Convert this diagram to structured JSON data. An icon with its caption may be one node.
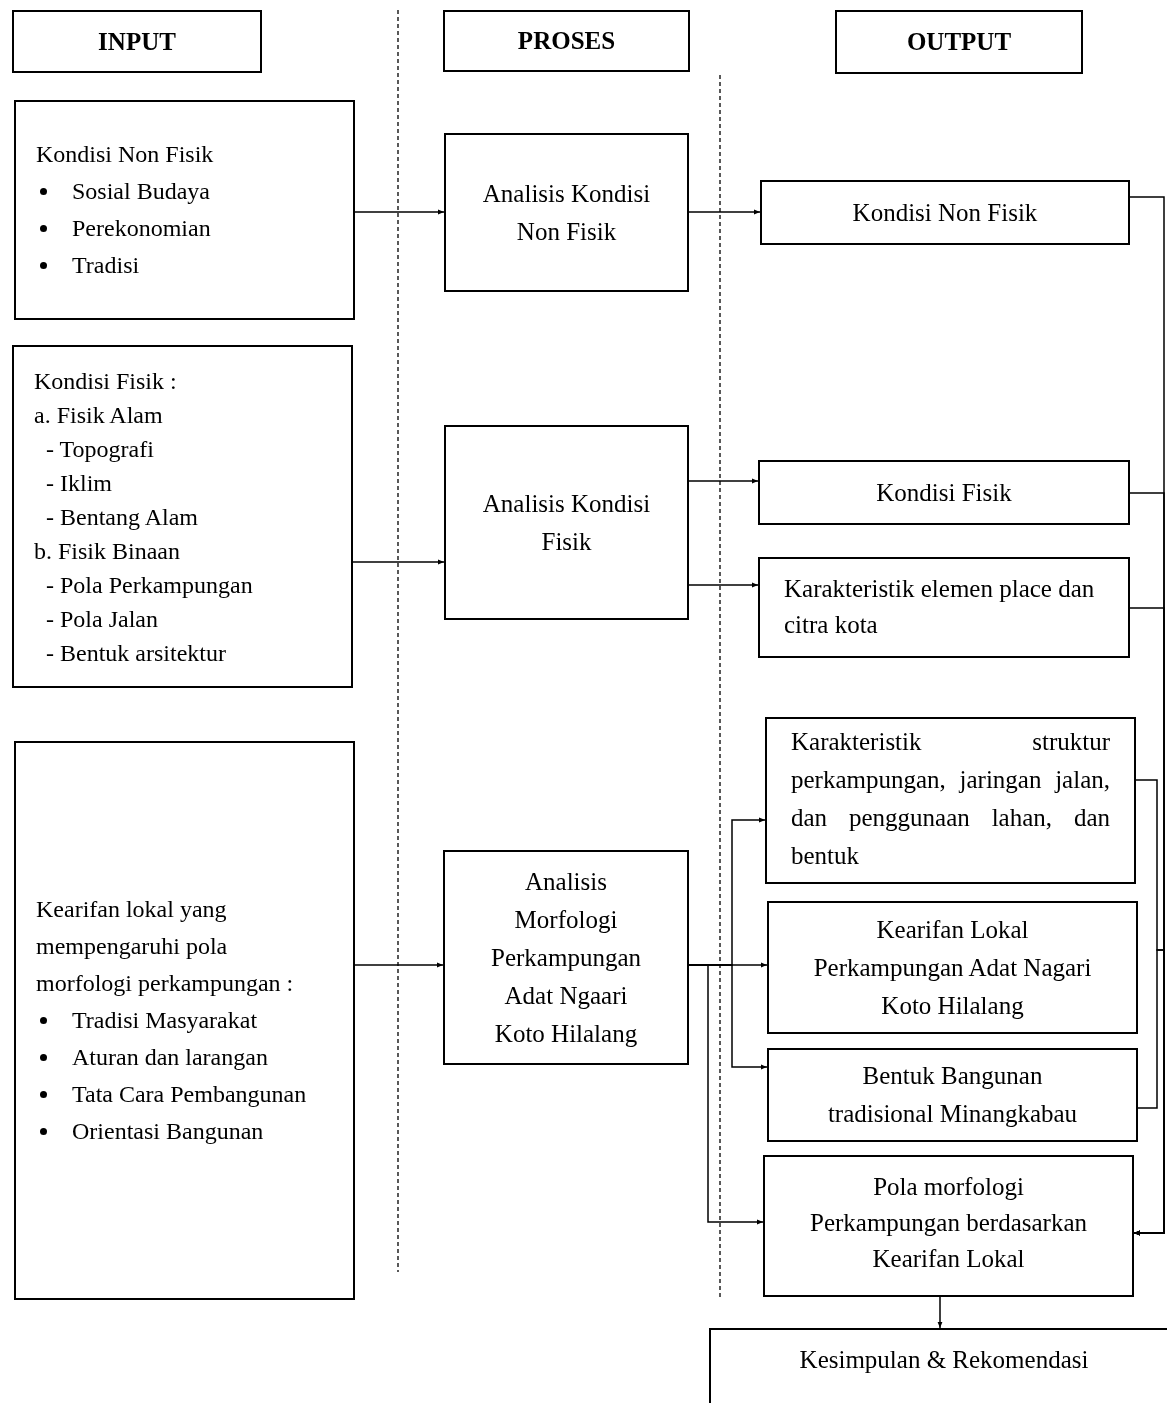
{
  "diagram": {
    "nodes": [
      {
        "text": [
          "INPUT"
        ]
      },
      {
        "text": [
          "PROSES"
        ]
      },
      {
        "text": [
          "OUTPUT"
        ]
      },
      {
        "text": [
          "Kondisi Non Fisik",
          "Sosial Budaya",
          "Perekonomian",
          "Tradisi"
        ]
      },
      {
        "text": [
          "Kondisi Fisik :",
          "a. Fisik Alam",
          "- Topografi",
          "- Iklim",
          "- Bentang Alam",
          "b. Fisik Binaan",
          "- Pola Perkampungan",
          "- Pola Jalan",
          "- Bentuk arsitektur"
        ]
      },
      {
        "text": [
          "Kearifan lokal yang mempengaruhi pola morfologi perkampungan :",
          "Tradisi Masyarakat",
          "Aturan dan larangan",
          "Tata Cara Pembangunan",
          "Orientasi Bangunan"
        ]
      },
      {
        "text": [
          "Analisis Kondisi Non Fisik"
        ]
      },
      {
        "text": [
          "Analisis Kondisi Fisik"
        ]
      },
      {
        "text": [
          "Analisis Morfologi Perkampungan Adat Ngaari Koto Hilalang"
        ]
      },
      {
        "text": [
          "Kondisi Non Fisik"
        ]
      },
      {
        "text": [
          "Kondisi Fisik"
        ]
      },
      {
        "text": [
          "Karakteristik elemen place dan citra kota"
        ]
      },
      {
        "text": [
          "Karakteristik struktur perkampungan, jaringan jalan, dan penggunaan lahan, dan bentuk"
        ]
      },
      {
        "text": [
          "Kearifan Lokal Perkampungan Adat Nagari Koto Hilalang"
        ]
      },
      {
        "text": [
          "Bentuk Bangunan tradisional Minangkabau"
        ]
      },
      {
        "text": [
          "Pola morfologi Perkampungan berdasarkan Kearifan Lokal"
        ]
      },
      {
        "text": [
          "Kesimpulan & Rekomendasi"
        ]
      }
    ],
    "edges": [
      {
        "from": 3,
        "to": 6,
        "arrow": "to"
      },
      {
        "from": 6,
        "to": 9,
        "arrow": "to"
      },
      {
        "from": 4,
        "to": 7,
        "arrow": "to"
      },
      {
        "from": 7,
        "to": 10,
        "arrow": "to"
      },
      {
        "from": 7,
        "to": 11,
        "arrow": "to"
      },
      {
        "from": 5,
        "to": 8,
        "arrow": "to"
      },
      {
        "from": 8,
        "to": 12,
        "arrow": "to"
      },
      {
        "from": 8,
        "to": 13,
        "arrow": "to"
      },
      {
        "from": 8,
        "to": 14,
        "arrow": "to"
      },
      {
        "from": 8,
        "to": 15,
        "arrow": "to"
      },
      {
        "from": 9,
        "to": 15,
        "arrow": "to"
      },
      {
        "from": 10,
        "to": 15,
        "arrow": "to"
      },
      {
        "from": 11,
        "to": 15,
        "arrow": "to"
      },
      {
        "from": 12,
        "to": 15,
        "arrow": "to"
      },
      {
        "from": 14,
        "to": 15,
        "arrow": "to"
      },
      {
        "from": 15,
        "to": 16,
        "arrow": "to"
      }
    ]
  }
}
